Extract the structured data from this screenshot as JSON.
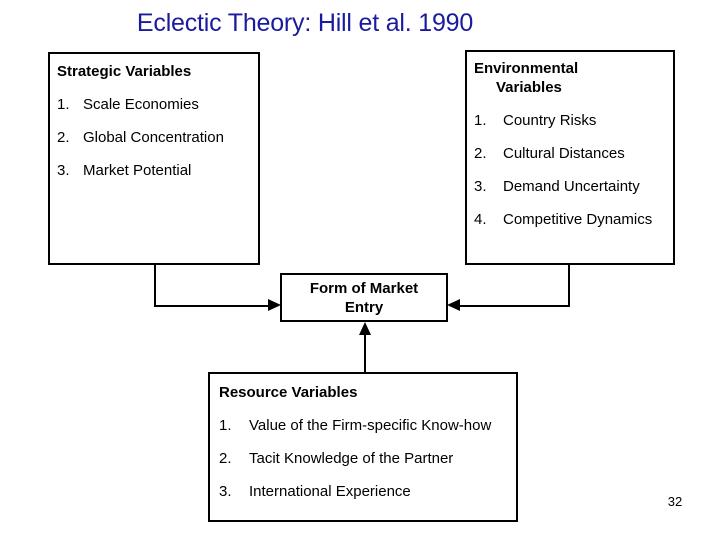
{
  "slide": {
    "title": "Eclectic Theory: Hill et al. 1990",
    "title_color": "#1b1b9e",
    "page_number": "32",
    "background_color": "#ffffff",
    "line_color": "#000000"
  },
  "boxes": {
    "strategic": {
      "heading": "Strategic Variables",
      "items": [
        {
          "num": "1.",
          "text": "Scale Economies"
        },
        {
          "num": "2.",
          "text": "Global Concentration"
        },
        {
          "num": "3.",
          "text": "Market Potential"
        }
      ]
    },
    "environmental": {
      "heading_line1": "Environmental",
      "heading_line2": "Variables",
      "items": [
        {
          "num": "1.",
          "text": "Country Risks"
        },
        {
          "num": "2.",
          "text": "Cultural Distances"
        },
        {
          "num": "3.",
          "text": "Demand Uncertainty"
        },
        {
          "num": "4.",
          "text": "Competitive Dynamics"
        }
      ]
    },
    "entry": {
      "line1": "Form of Market",
      "line2": "Entry"
    },
    "resource": {
      "heading": "Resource Variables",
      "items": [
        {
          "num": "1.",
          "text": "Value of the Firm-specific Know-how"
        },
        {
          "num": "2.",
          "text": "Tacit Knowledge of the Partner"
        },
        {
          "num": "3.",
          "text": "International Experience"
        }
      ]
    }
  }
}
